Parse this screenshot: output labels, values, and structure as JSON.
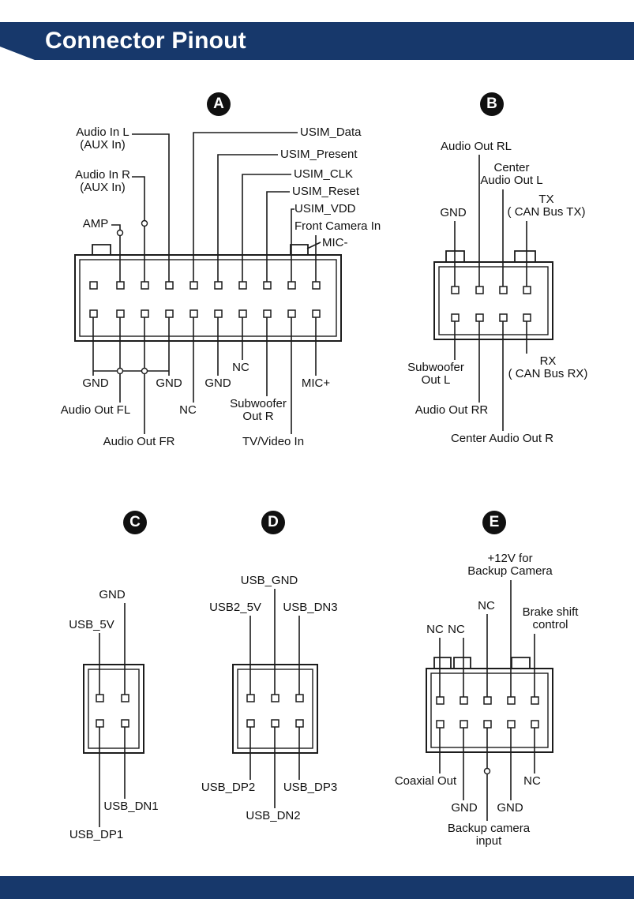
{
  "header": {
    "title": "Connector Pinout"
  },
  "colors": {
    "header_bar": "#17386B",
    "line": "#1C1C1C",
    "badge": "#101010"
  },
  "connectors": {
    "a": {
      "badge": "A",
      "labels": {
        "audio_in_l": "Audio In L\n(AUX In)",
        "audio_in_r": "Audio In R\n(AUX In)",
        "amp": "AMP",
        "usim_data": "USIM_Data",
        "usim_present": "USIM_Present",
        "usim_clk": "USIM_CLK",
        "usim_reset": "USIM_Reset",
        "usim_vdd": "USIM_VDD",
        "front_camera_in": "Front Camera In",
        "mic_minus": "MIC-",
        "gnd_1": "GND",
        "gnd_2": "GND",
        "gnd_3": "GND",
        "mic_plus": "MIC+",
        "audio_out_fl": "Audio Out FL",
        "nc_1": "NC",
        "nc_2": "NC",
        "subwoofer_out_r": "Subwoofer\nOut R",
        "audio_out_fr": "Audio Out FR",
        "tv_video_in": "TV/Video In"
      }
    },
    "b": {
      "badge": "B",
      "labels": {
        "audio_out_rl": "Audio Out RL",
        "center_audio_out_l": "Center\nAudio Out L",
        "gnd": "GND",
        "tx": "TX\n( CAN Bus TX)",
        "subwoofer_out_l": "Subwoofer\nOut L",
        "audio_out_rr": "Audio Out RR",
        "center_audio_out_r": "Center Audio Out R",
        "rx": "RX\n( CAN Bus RX)"
      }
    },
    "c": {
      "badge": "C",
      "labels": {
        "gnd": "GND",
        "usb_5v": "USB_5V",
        "usb_dn1": "USB_DN1",
        "usb_dp1": "USB_DP1"
      }
    },
    "d": {
      "badge": "D",
      "labels": {
        "usb_gnd": "USB_GND",
        "usb2_5v": "USB2_5V",
        "usb_dn3": "USB_DN3",
        "usb_dp2": "USB_DP2",
        "usb_dp3": "USB_DP3",
        "usb_dn2": "USB_DN2"
      }
    },
    "e": {
      "badge": "E",
      "labels": {
        "plus_12v": "+12V for\nBackup Camera",
        "nc_top": "NC",
        "nc_left_1": "NC",
        "nc_left_2": "NC",
        "brake_shift": "Brake shift\ncontrol",
        "coaxial_out": "Coaxial Out",
        "gnd_1": "GND",
        "gnd_2": "GND",
        "nc_bottom": "NC",
        "backup_camera_input": "Backup camera\ninput"
      }
    }
  }
}
